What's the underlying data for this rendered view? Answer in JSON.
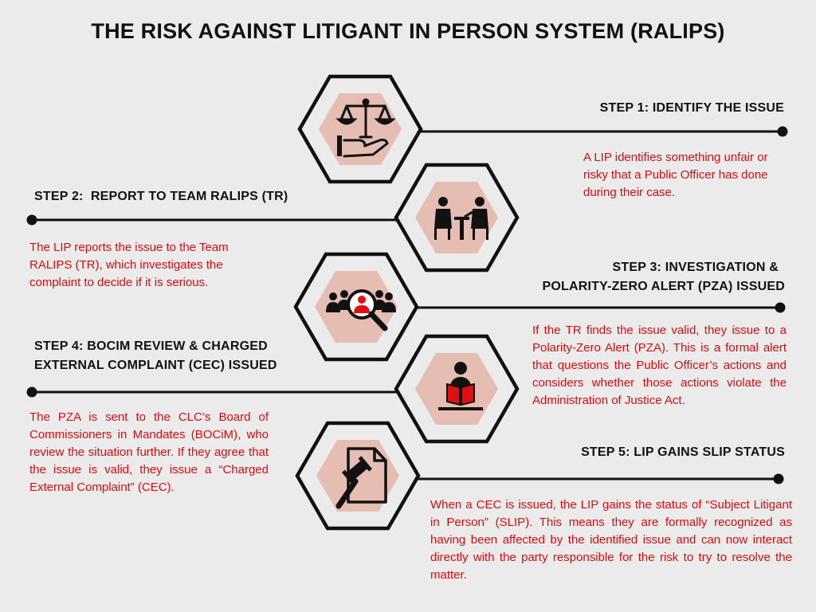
{
  "title": "THE RISK AGAINST LITIGANT IN PERSON SYSTEM (RALIPS)",
  "colors": {
    "background": "#ebebeb",
    "hexagon_fill": "#e6bdb3",
    "outline": "#111111",
    "description_text": "#d40f0f",
    "accent_red": "#e01010"
  },
  "steps": [
    {
      "title": "STEP 1: IDENTIFY THE ISSUE",
      "description": "A LIP identifies something unfair or risky that a Public Officer has done during their case.",
      "icon": "scales-of-justice-hand-icon"
    },
    {
      "title": "STEP 2:  REPORT TO TEAM RALIPS (TR)",
      "description": "The LIP reports the issue to the Team RALIPS (TR), which investigates the complaint to decide if it is serious.",
      "icon": "meeting-people-table-icon"
    },
    {
      "title_lines": [
        "STEP 3: INVESTIGATION &",
        "POLARITY-ZERO ALERT (PZA) ISSUED"
      ],
      "description": "If the TR finds the issue valid, they issue to a Polarity-Zero Alert (PZA). This is a formal alert that questions the Public Officer’s actions and considers whether those actions violate the Administration of Justice Act.",
      "icon": "magnifier-group-icon"
    },
    {
      "title_lines": [
        "STEP 4: BOCIM REVIEW & CHARGED",
        "EXTERNAL COMPLAINT (CEC) ISSUED"
      ],
      "description": "The PZA is sent to the CLC’s Board of Commissioners in Mandates (BOCiM), who review the situation further. If they agree that the issue is valid, they issue a “Charged External Complaint” (CEC).",
      "icon": "person-reading-book-icon"
    },
    {
      "title": "STEP 5: LIP GAINS SLIP STATUS",
      "description": "When a CEC is issued, the LIP gains the status of “Subject Litigant in Person” (SLIP). This means they are formally recognized as having been affected by the identified issue and can now interact directly with the party responsible for the risk to try to resolve the matter.",
      "icon": "gavel-document-icon"
    }
  ]
}
